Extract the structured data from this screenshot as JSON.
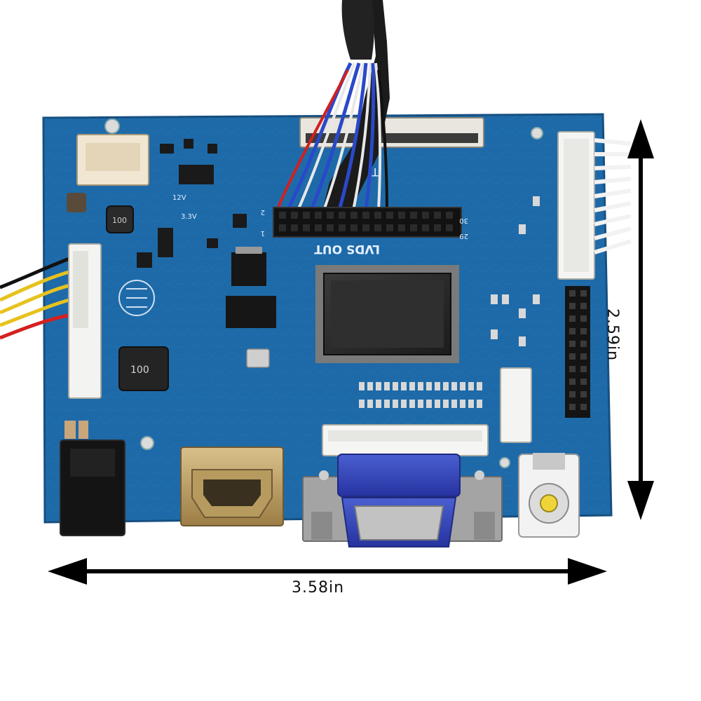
{
  "board": {
    "silkscreen": {
      "lvds_out": "LVDS OUT",
      "ttl": "TTL",
      "v12": "12V",
      "v33": "3.3V",
      "pin_30": "30",
      "pin_29": "29",
      "pin_2": "2",
      "pin_1": "1",
      "inductor_small": "100",
      "inductor_large": "100"
    }
  },
  "dimensions": {
    "width": "3.58in",
    "height": "2.59in"
  },
  "colors": {
    "pcb": "#1e6aa8",
    "pcb_dark": "#174f7f",
    "vga_blue": "#3146b8",
    "background": "#ffffff"
  }
}
